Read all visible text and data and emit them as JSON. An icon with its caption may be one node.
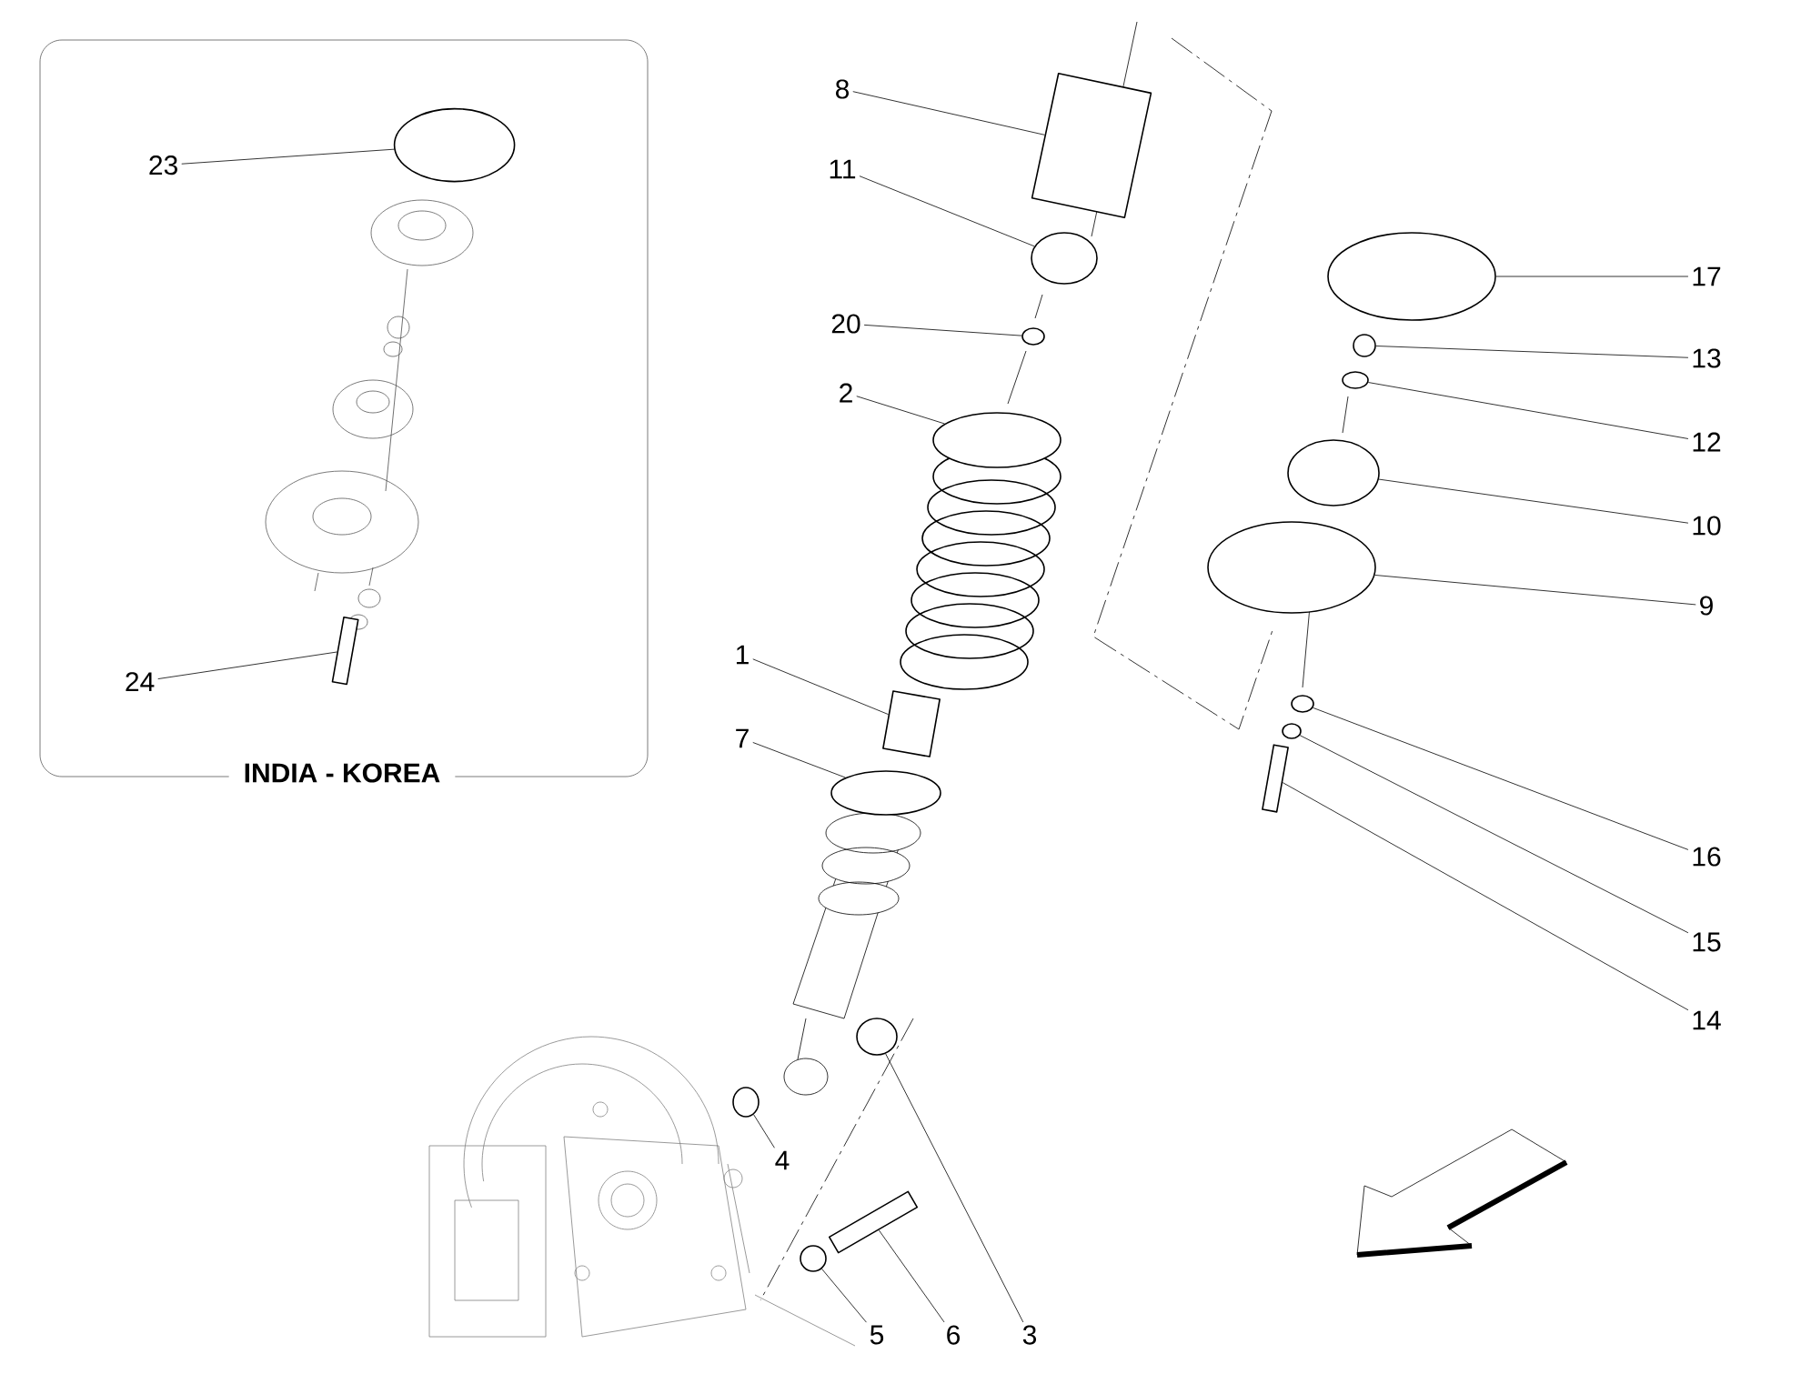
{
  "diagram": {
    "nodes": [
      {
        "text": [
          "INDIA - KOREA"
        ]
      },
      {
        "text": [
          "23"
        ],
        "in": 0
      },
      {
        "text": [],
        "shape": "circle",
        "in": 0
      },
      {
        "text": [
          "24"
        ],
        "in": 0
      },
      {
        "text": [],
        "shape": "box",
        "in": 0
      },
      {
        "text": [
          "8"
        ]
      },
      {
        "text": [],
        "shape": "box"
      },
      {
        "text": [
          "11"
        ]
      },
      {
        "text": [],
        "shape": "circle"
      },
      {
        "text": [
          "20"
        ]
      },
      {
        "text": [],
        "shape": "circle"
      },
      {
        "text": [
          "2"
        ]
      },
      {
        "text": [],
        "shape": "circle"
      },
      {
        "text": [
          "1"
        ]
      },
      {
        "text": [],
        "shape": "box"
      },
      {
        "text": [
          "7"
        ]
      },
      {
        "text": [],
        "shape": "circle"
      },
      {
        "text": [
          "17"
        ]
      },
      {
        "text": [],
        "shape": "circle"
      },
      {
        "text": [
          "13"
        ]
      },
      {
        "text": [],
        "shape": "circle"
      },
      {
        "text": [
          "12"
        ]
      },
      {
        "text": [],
        "shape": "circle"
      },
      {
        "text": [
          "10"
        ]
      },
      {
        "text": [],
        "shape": "circle"
      },
      {
        "text": [
          "9"
        ]
      },
      {
        "text": [],
        "shape": "circle"
      },
      {
        "text": [
          "16"
        ]
      },
      {
        "text": [],
        "shape": "circle"
      },
      {
        "text": [
          "15"
        ]
      },
      {
        "text": [],
        "shape": "circle"
      },
      {
        "text": [
          "14"
        ]
      },
      {
        "text": [],
        "shape": "box"
      },
      {
        "text": [
          "4"
        ]
      },
      {
        "text": [],
        "shape": "circle"
      },
      {
        "text": [
          "5"
        ]
      },
      {
        "text": [],
        "shape": "circle"
      },
      {
        "text": [
          "6"
        ]
      },
      {
        "text": [],
        "shape": "box"
      },
      {
        "text": [
          "3"
        ]
      },
      {
        "text": [],
        "shape": "circle"
      }
    ],
    "edges": [
      {
        "from": 1,
        "to": 2,
        "arrow": "none"
      },
      {
        "from": 3,
        "to": 4,
        "arrow": "none"
      },
      {
        "from": 5,
        "to": 6,
        "arrow": "none"
      },
      {
        "from": 7,
        "to": 8,
        "arrow": "none"
      },
      {
        "from": 9,
        "to": 10,
        "arrow": "none"
      },
      {
        "from": 11,
        "to": 12,
        "arrow": "none"
      },
      {
        "from": 13,
        "to": 14,
        "arrow": "none"
      },
      {
        "from": 15,
        "to": 16,
        "arrow": "none"
      },
      {
        "from": 17,
        "to": 18,
        "arrow": "none"
      },
      {
        "from": 19,
        "to": 20,
        "arrow": "none"
      },
      {
        "from": 21,
        "to": 22,
        "arrow": "none"
      },
      {
        "from": 23,
        "to": 24,
        "arrow": "none"
      },
      {
        "from": 25,
        "to": 26,
        "arrow": "none"
      },
      {
        "from": 27,
        "to": 28,
        "arrow": "none"
      },
      {
        "from": 29,
        "to": 30,
        "arrow": "none"
      },
      {
        "from": 31,
        "to": 32,
        "arrow": "none"
      },
      {
        "from": 33,
        "to": 34,
        "arrow": "none"
      },
      {
        "from": 35,
        "to": 36,
        "arrow": "none"
      },
      {
        "from": 37,
        "to": 38,
        "arrow": "none"
      },
      {
        "from": 39,
        "to": 40,
        "arrow": "none"
      }
    ]
  }
}
